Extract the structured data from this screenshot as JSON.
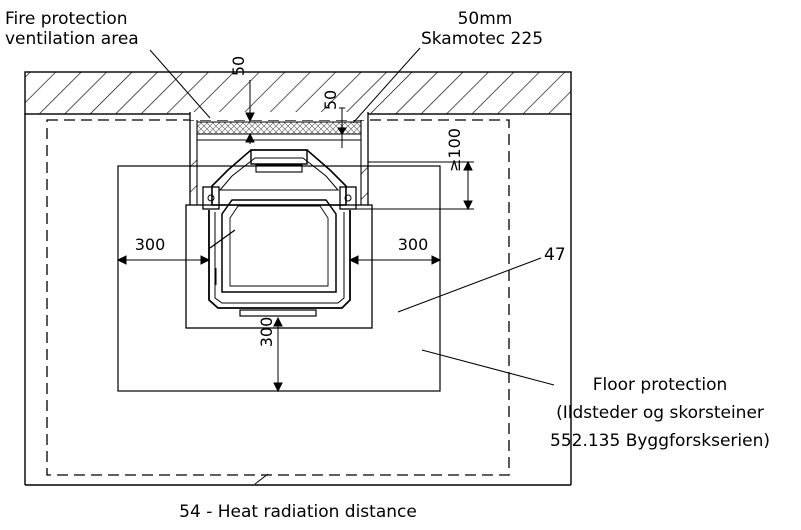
{
  "labels": {
    "fire_protection_line1": "Fire protection",
    "fire_protection_line2": "ventilation area",
    "insulation_line1": "50mm",
    "insulation_line2": "Skamotec 225",
    "item_47": "47",
    "floor_protection_line1": "Floor protection",
    "floor_protection_line2": "(Ildsteder og skorsteiner",
    "floor_protection_line3": "552.135 Byggforskserien)",
    "heat_radiation": "54 - Heat radiation distance"
  },
  "dimensions": {
    "top_gap": "50",
    "insulation_thickness": "50",
    "side_min": "≥100",
    "left_clearance": "300",
    "right_clearance": "300",
    "front_clearance": "300"
  }
}
